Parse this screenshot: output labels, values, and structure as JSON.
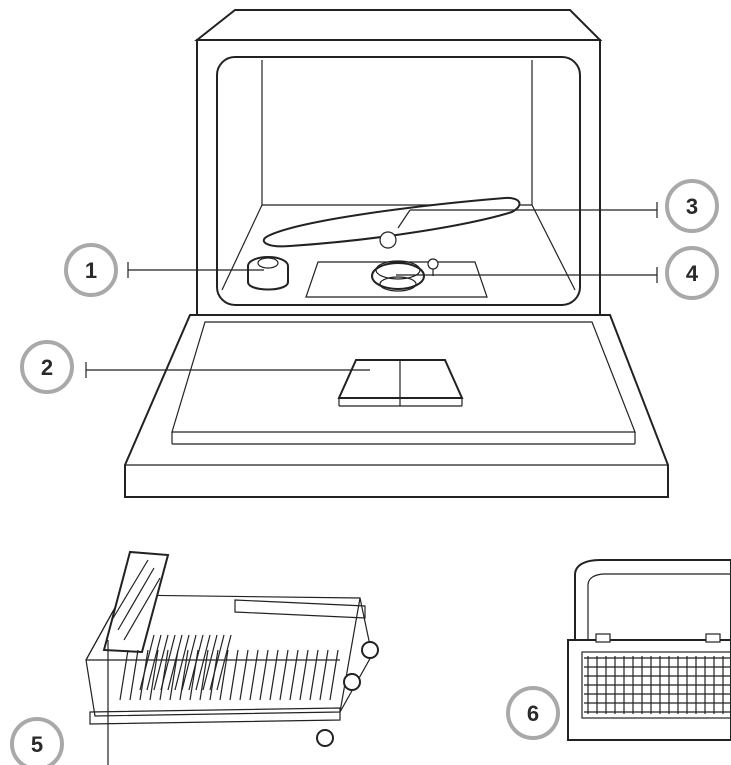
{
  "callouts": [
    {
      "id": "1",
      "label": "1"
    },
    {
      "id": "2",
      "label": "2"
    },
    {
      "id": "3",
      "label": "3"
    },
    {
      "id": "4",
      "label": "4"
    },
    {
      "id": "5",
      "label": "5"
    },
    {
      "id": "6",
      "label": "6"
    }
  ],
  "colors": {
    "line": "#222222",
    "badge_ring": "#a9a9a9",
    "badge_text": "#2a2a2a",
    "background": "#ffffff"
  }
}
